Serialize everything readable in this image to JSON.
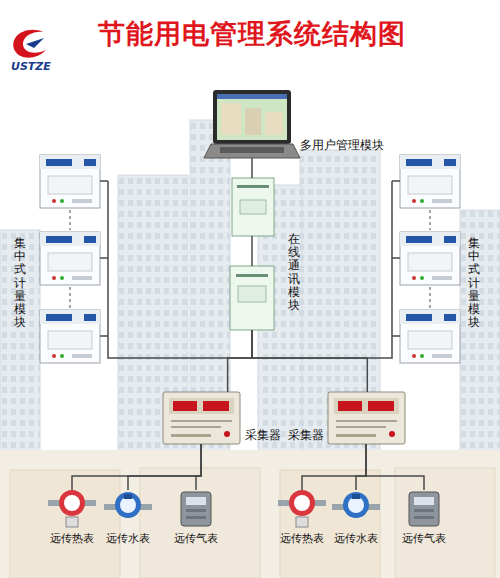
{
  "diagram": {
    "title": "节能用电管理系统结构图",
    "nodes": [
      {
        "text": [
          "多用户管理模块"
        ]
      },
      {
        "text": [
          "在线通讯模块"
        ]
      },
      {
        "text": [
          "集中式计量模块"
        ]
      },
      {
        "text": [
          "集中式计量模块"
        ]
      },
      {
        "text": [
          "采集器"
        ]
      },
      {
        "text": [
          "采集器"
        ]
      },
      {
        "text": [
          "远传热表"
        ]
      },
      {
        "text": [
          "远传水表"
        ]
      },
      {
        "text": [
          "远传气表"
        ]
      },
      {
        "text": [
          "远传热表"
        ]
      },
      {
        "text": [
          "远传水表"
        ]
      },
      {
        "text": [
          "远传气表"
        ]
      }
    ],
    "edges": [
      {
        "from": 0,
        "to": 1,
        "arrow": "none"
      },
      {
        "from": 1,
        "to": 2,
        "arrow": "none"
      },
      {
        "from": 1,
        "to": 3,
        "arrow": "none"
      },
      {
        "from": 1,
        "to": 4,
        "arrow": "none"
      },
      {
        "from": 1,
        "to": 5,
        "arrow": "none"
      },
      {
        "from": 4,
        "to": 6,
        "arrow": "none"
      },
      {
        "from": 4,
        "to": 7,
        "arrow": "none"
      },
      {
        "from": 4,
        "to": 8,
        "arrow": "none"
      },
      {
        "from": 5,
        "to": 9,
        "arrow": "none"
      },
      {
        "from": 5,
        "to": 10,
        "arrow": "none"
      },
      {
        "from": 5,
        "to": 11,
        "arrow": "none"
      }
    ],
    "labels": [
      "USTZE"
    ]
  }
}
